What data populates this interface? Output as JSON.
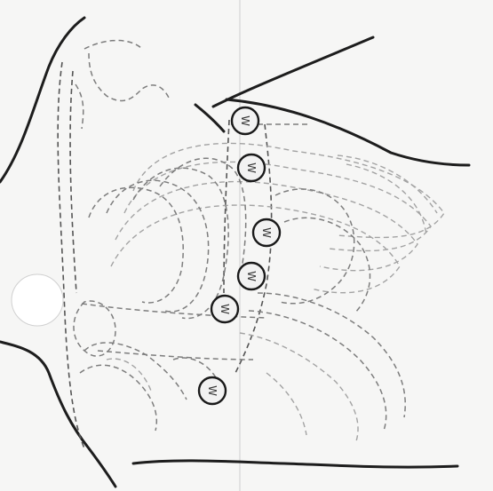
{
  "markers": [
    {
      "label": "W"
    },
    {
      "label": "W"
    },
    {
      "label": "W"
    },
    {
      "label": "W"
    },
    {
      "label": "W"
    },
    {
      "label": "W"
    }
  ]
}
